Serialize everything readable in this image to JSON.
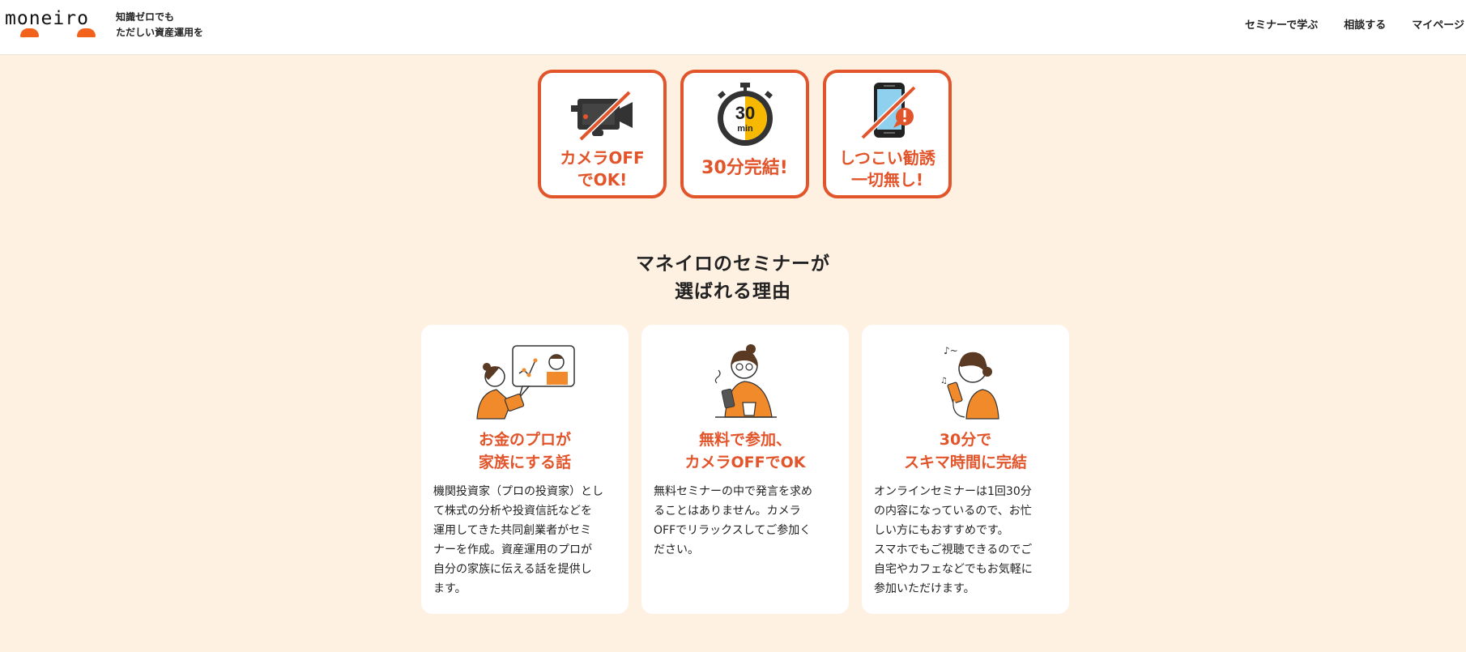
{
  "header": {
    "logo_text": "moneiro",
    "tagline_line1": "知識ゼロでも",
    "tagline_line2": "ただしい資産運用を",
    "nav": [
      {
        "label": "セミナーで学ぶ"
      },
      {
        "label": "相談する"
      },
      {
        "label": "マイページ"
      }
    ]
  },
  "features": [
    {
      "icon": "camera-off-icon",
      "line1": "カメラOFF",
      "line2": "でOK!"
    },
    {
      "icon": "stopwatch-30min-icon",
      "line1": "30分完結!",
      "timer_text": "30",
      "timer_unit": "min"
    },
    {
      "icon": "no-solicitation-phone-icon",
      "line1": "しつこい勧誘",
      "line2": "一切無し!"
    }
  ],
  "section": {
    "title_line1": "マネイロのセミナーが",
    "title_line2": "選ばれる理由"
  },
  "cards": [
    {
      "illustration": "woman-watching-pro-video-illustration",
      "title_line1": "お金のプロが",
      "title_line2": "家族にする話",
      "body": "機関投資家（プロの投資家）とし\nて株式の分析や投資信託などを\n運用してきた共同創業者がセミ\nナーを作成。資産運用のプロが\n自分の家族に伝える話を提供し\nます。"
    },
    {
      "illustration": "woman-with-phone-and-coffee-illustration",
      "title_line1": "無料で参加、",
      "title_line2": "カメラOFFでOK",
      "body": "無料セミナーの中で発言を求め\nることはありません。カメラ\nOFFでリラックスしてご参加く\nださい。"
    },
    {
      "illustration": "woman-listening-on-phone-illustration",
      "title_line1": "30分で",
      "title_line2": "スキマ時間に完結",
      "body": "オンラインセミナーは1回30分\nの内容になっているので、お忙\nしい方にもおすすめです。\nスマホでもご視聴できるのでご\n自宅やカフェなどでもお気軽に\n参加いただけます。"
    }
  ],
  "colors": {
    "accent": "#e2542a",
    "logo_orange": "#f2621c",
    "background": "#fef1e2",
    "timer_yellow": "#f6b800"
  }
}
